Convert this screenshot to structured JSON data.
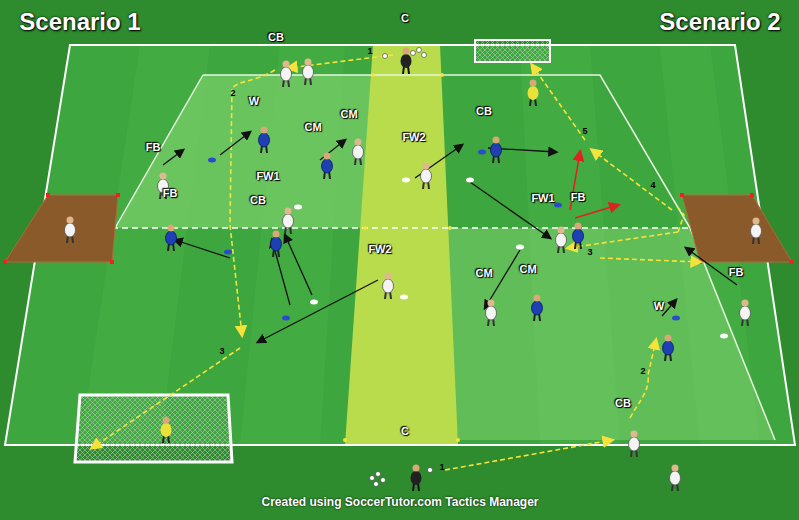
{
  "diagram": {
    "labels": [
      "Scenario 1",
      "Scenario 2",
      "C",
      "CB",
      "1",
      "2",
      "W",
      "CM",
      "CM",
      "FB",
      "FW2",
      "CB",
      "5",
      "FW1",
      "FB",
      "CB",
      "4",
      "FW1",
      "FB",
      "3",
      "FB",
      "FW2",
      "CM",
      "CM",
      "W",
      "3",
      "2",
      "CB",
      "C",
      "1",
      "Created using SoccerTutor.com Tactics Manager"
    ]
  }
}
